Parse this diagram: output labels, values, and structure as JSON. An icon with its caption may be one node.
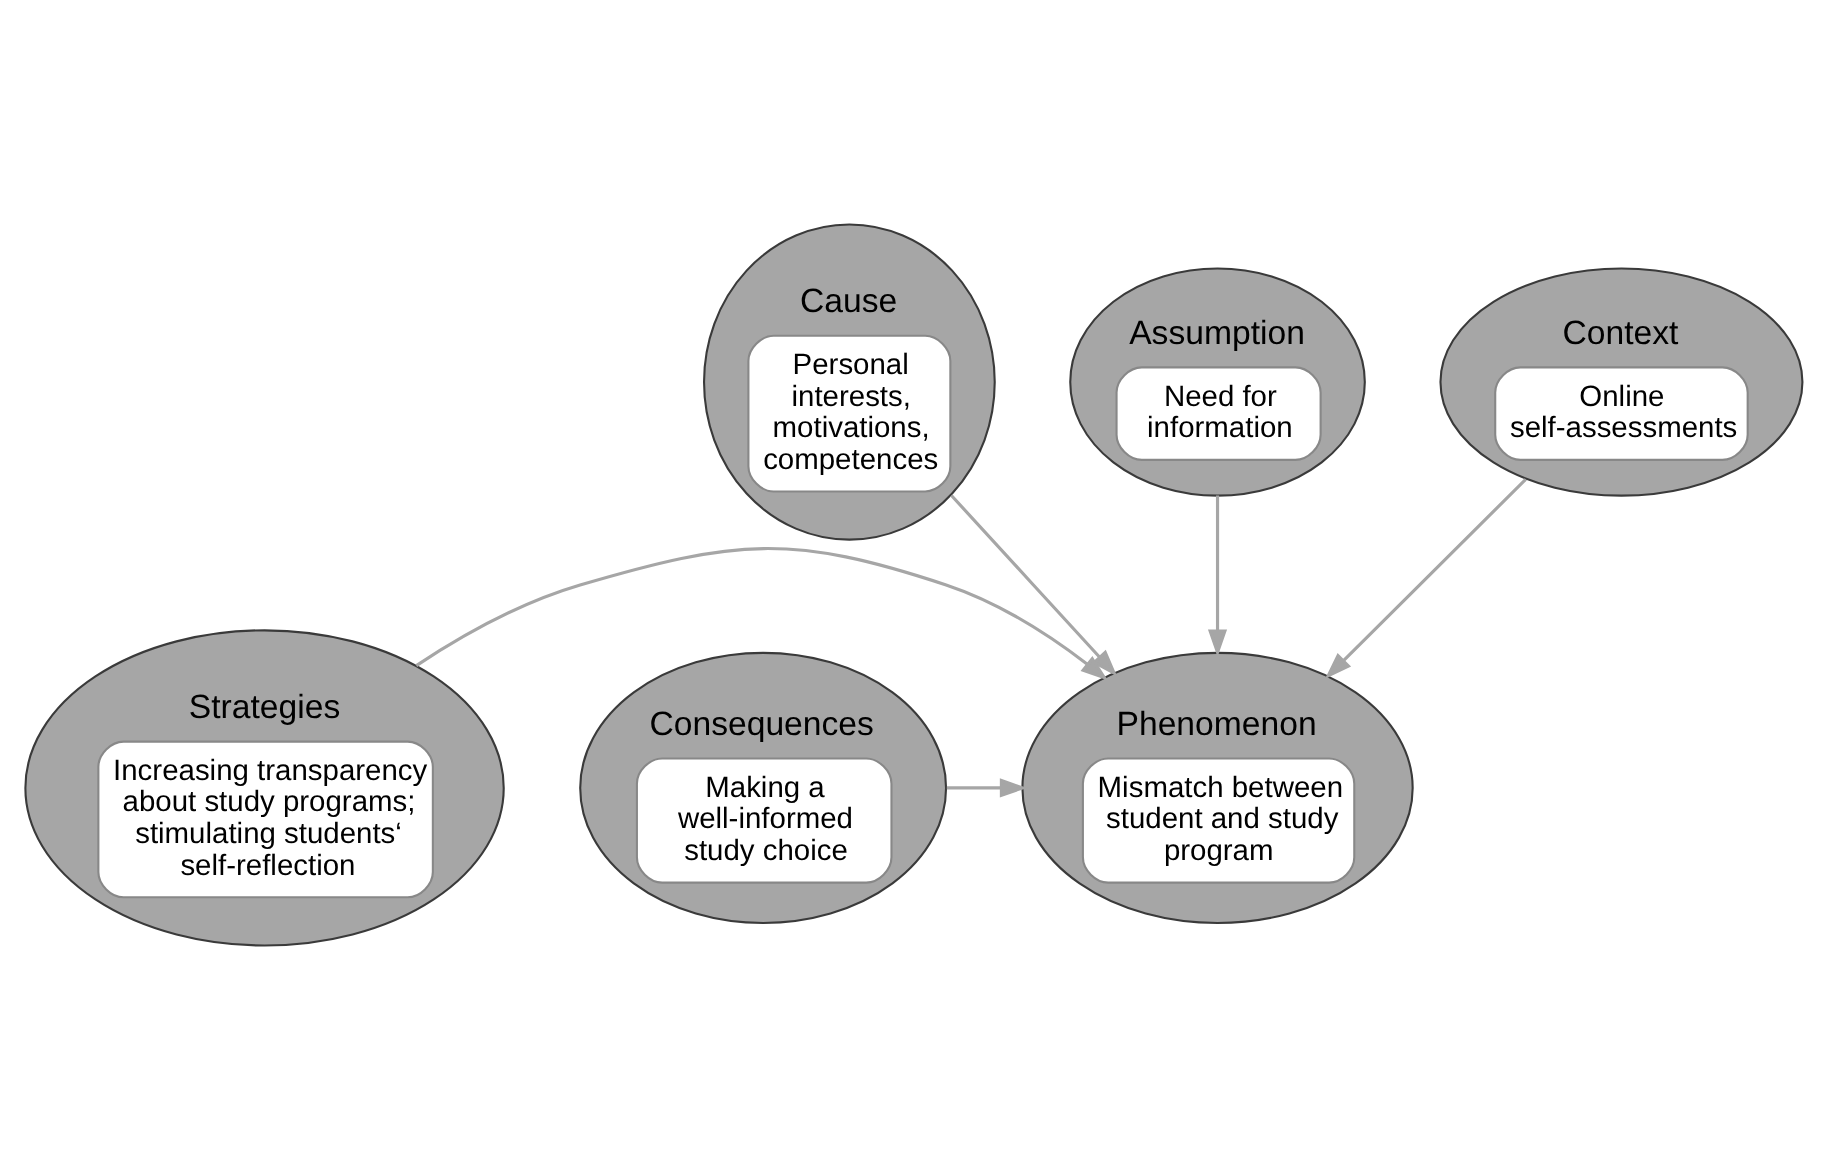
{
  "diagram": {
    "nodes": [
      {
        "text": [
          "Assumption",
          "Need for information"
        ]
      },
      {
        "text": [
          "Cause",
          "Personal interests, motivations, competences"
        ]
      },
      {
        "text": [
          "Context",
          "Online self-assessments"
        ]
      },
      {
        "text": [
          "Phenomenon",
          "Mismatch between student and study program"
        ]
      },
      {
        "text": [
          "Strategies",
          "Increasing transparency about study programs; stimulating students‘ self-reflection"
        ]
      },
      {
        "text": [
          "Consequences",
          "Making a well-informed study choice"
        ]
      }
    ],
    "edges": [
      {
        "from": 1,
        "to": 3,
        "arrow": "to"
      },
      {
        "from": 0,
        "to": 3,
        "arrow": "to"
      },
      {
        "from": 2,
        "to": 3,
        "arrow": "to"
      },
      {
        "from": 4,
        "to": 3,
        "arrow": "to"
      },
      {
        "from": 5,
        "to": 3,
        "arrow": "to"
      }
    ]
  }
}
